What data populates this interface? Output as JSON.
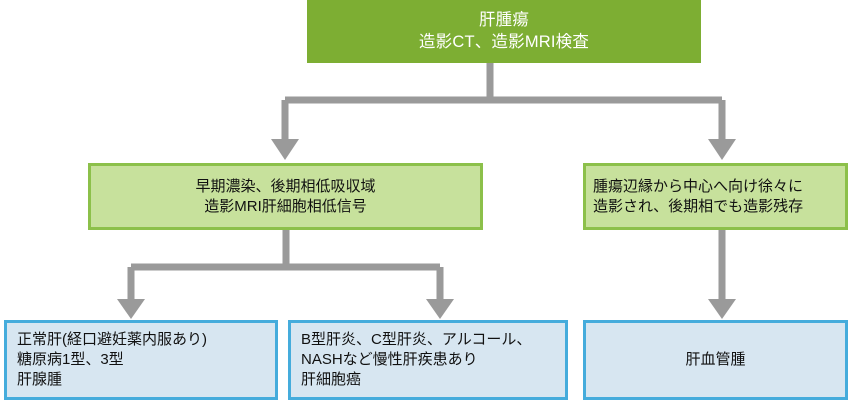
{
  "diagram": {
    "title_node": {
      "id": "liver-tumor-imaging",
      "lines": [
        "肝腫瘍",
        "造影CT、造影MRI検査"
      ],
      "fill": "#7DAE33",
      "text_color": "#FFFFFF"
    },
    "mid_nodes": [
      {
        "id": "early-enhancement-findings",
        "lines": [
          "早期濃染、後期相低吸収域",
          "造影MRI肝細胞相低信号"
        ],
        "fill": "#C7E19C",
        "border": "#8CC04A",
        "text_color": "#111111"
      },
      {
        "id": "peripheral-centripetal-findings",
        "lines": [
          "腫瘍辺縁から中心へ向け徐々に",
          "造影され、後期相でも造影残存"
        ],
        "fill": "#C7E19C",
        "border": "#8CC04A",
        "text_color": "#111111"
      }
    ],
    "leaf_nodes": [
      {
        "id": "normal-liver-diagnoses",
        "lines": [
          "正常肝(経口避妊薬内服あり)",
          "糖原病1型、3型",
          "肝腺腫"
        ],
        "fill": "#D7E6F1",
        "border": "#45ACDC",
        "text_color": "#111111"
      },
      {
        "id": "chronic-liver-disease-diagnoses",
        "lines": [
          "B型肝炎、C型肝炎、アルコール、",
          "NASHなど慢性肝疾患あり",
          "肝細胞癌"
        ],
        "fill": "#D7E6F1",
        "border": "#45ACDC",
        "text_color": "#111111"
      },
      {
        "id": "hepatic-hemangioma",
        "lines": [
          "肝血管腫"
        ],
        "fill": "#D7E6F1",
        "border": "#45ACDC",
        "text_color": "#111111"
      }
    ],
    "connectors": {
      "color": "#9A9A9A",
      "stroke_width": 7,
      "arrow_style": "solid-triangle"
    }
  }
}
